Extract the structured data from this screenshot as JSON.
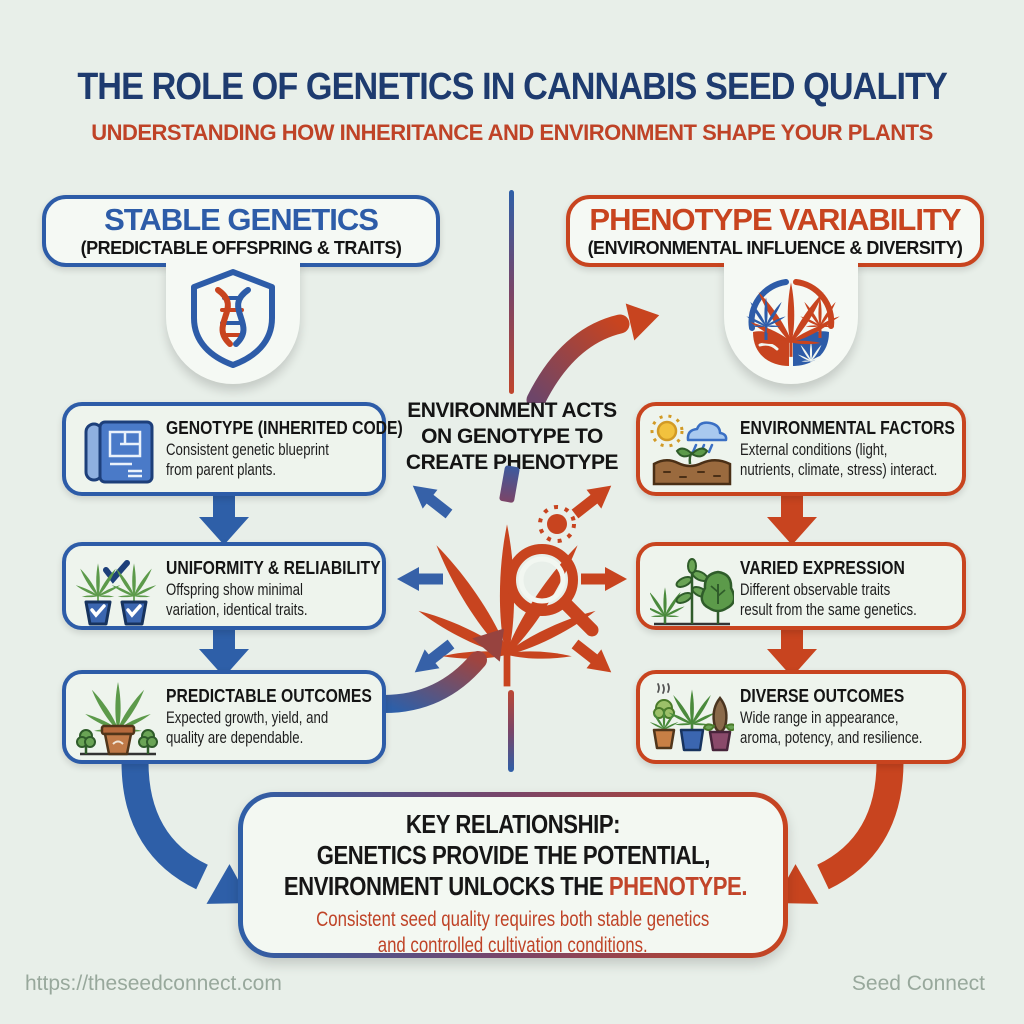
{
  "page": {
    "title": "THE ROLE OF GENETICS IN CANNABIS SEED QUALITY",
    "subtitle": "UNDERSTANDING HOW INHERITANCE AND ENVIRONMENT SHAPE YOUR PLANTS"
  },
  "left_column": {
    "header_title": "STABLE GENETICS",
    "header_subtitle": "(PREDICTABLE OFFSPRING & TRAITS)",
    "icon": "shield-dna-icon",
    "boxes": [
      {
        "icon": "blueprint-icon",
        "title": "GENOTYPE (INHERITED CODE)",
        "line1": "Consistent genetic blueprint",
        "line2": "from parent plants."
      },
      {
        "icon": "uniform-plants-icon",
        "title": "UNIFORMITY & RELIABILITY",
        "line1": "Offspring show minimal",
        "line2": "variation, identical traits."
      },
      {
        "icon": "potted-plant-icon",
        "title": "PREDICTABLE OUTCOMES",
        "line1": "Expected growth, yield, and",
        "line2": "quality are dependable."
      }
    ]
  },
  "right_column": {
    "header_title": "PHENOTYPE VARIABILITY",
    "header_subtitle": "(ENVIRONMENTAL INFLUENCE & DIVERSITY)",
    "icon": "phenotype-circle-icon",
    "boxes": [
      {
        "icon": "environment-factors-icon",
        "title": "ENVIRONMENTAL FACTORS",
        "line1": "External conditions (light,",
        "line2": "nutrients, climate, stress) interact."
      },
      {
        "icon": "varied-plants-icon",
        "title": "VARIED EXPRESSION",
        "line1": "Different observable traits",
        "line2": "result from the same genetics."
      },
      {
        "icon": "diverse-pots-icon",
        "title": "DIVERSE OUTCOMES",
        "line1": "Wide range in appearance,",
        "line2": "aroma, potency, and resilience."
      }
    ]
  },
  "center": {
    "label_line1": "ENVIRONMENT ACTS",
    "label_line2": "ON GENOTYPE TO",
    "label_line3": "CREATE PHENOTYPE",
    "icon": "cannabis-leaf-magnifier-icon"
  },
  "key_box": {
    "heading_line1": "KEY RELATIONSHIP:",
    "heading_line2": "GENETICS PROVIDE THE POTENTIAL,",
    "heading_line3_prefix": "ENVIRONMENT UNLOCKS THE ",
    "heading_line3_highlight": "PHENOTYPE.",
    "sub_line1": "Consistent seed quality requires both stable genetics",
    "sub_line2": "and controlled cultivation conditions."
  },
  "footer": {
    "url": "https://theseedconnect.com",
    "brand": "Seed Connect"
  },
  "colors": {
    "background": "#e8efe9",
    "navy_title": "#1e3b6f",
    "blue": "#2e5fa8",
    "red": "#c8441f",
    "black_text": "#141414",
    "green_plant": "#5c9a4a",
    "footer_gray": "#98a89c"
  }
}
